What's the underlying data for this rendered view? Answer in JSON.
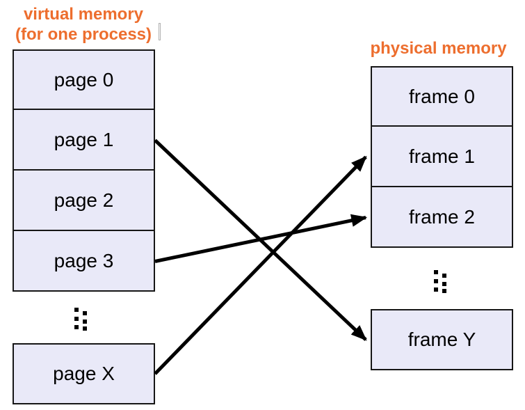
{
  "diagram": {
    "virtual_memory": {
      "title_line1": "virtual memory",
      "title_line2": "(for one process)",
      "pages": [
        "page 0",
        "page 1",
        "page 2",
        "page 3"
      ],
      "more_indicator": "⋮⋮",
      "last_page": "page X"
    },
    "physical_memory": {
      "title": "physical memory",
      "frames": [
        "frame 0",
        "frame 1",
        "frame 2"
      ],
      "more_indicator": "⋮⋮",
      "last_frame": "frame Y"
    },
    "mappings": [
      {
        "from": "page 1",
        "to": "frame Y"
      },
      {
        "from": "page 3",
        "to": "frame 2"
      },
      {
        "from": "page X",
        "to": "frame 1"
      }
    ],
    "colors": {
      "title_orange": "#ED6E2E",
      "box_fill": "#E9E9F8",
      "box_border": "#161616",
      "arrow_black": "#000000"
    }
  }
}
